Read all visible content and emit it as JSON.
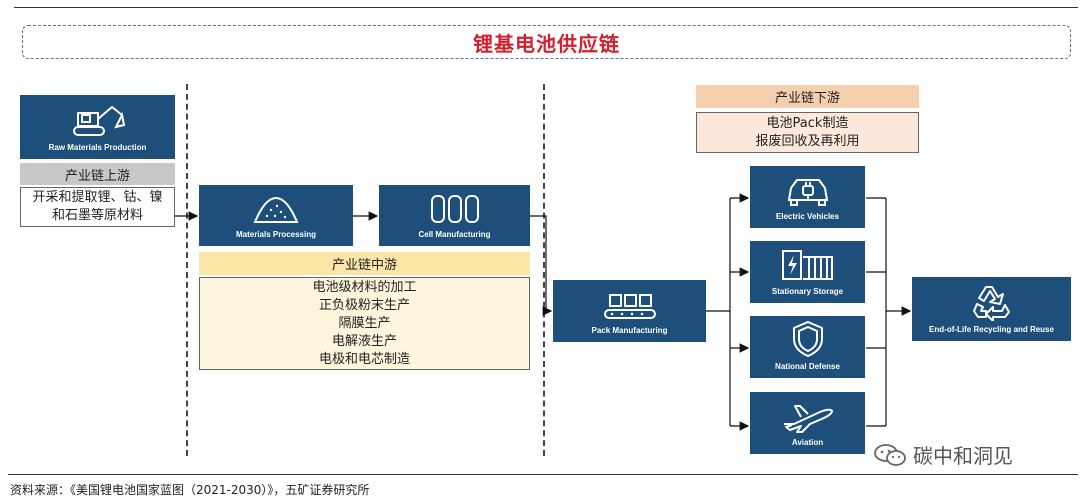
{
  "title": "锂基电池供应链",
  "upstream": {
    "node_label": "Raw Materials Production",
    "stage_label": "产业链上游",
    "desc_lines": [
      "开采和提取锂、钴、镍",
      "和石墨等原材料"
    ]
  },
  "midstream": {
    "node1_label": "Materials Processing",
    "node2_label": "Cell Manufacturing",
    "stage_label": "产业链中游",
    "desc_lines": [
      "电池级材料的加工",
      "正负极粉末生产",
      "隔膜生产",
      "电解液生产",
      "电极和电芯制造"
    ]
  },
  "downstream": {
    "stage_label": "产业链下游",
    "desc_lines": [
      "电池Pack制造",
      "报废回收及再利用"
    ],
    "pack_label": "Pack Manufacturing",
    "apps": [
      "Electric Vehicles",
      "Stationary Storage",
      "National Defense",
      "Aviation"
    ],
    "recycle_label": "End-of-Life Recycling and Reuse"
  },
  "source": "资料来源：《美国锂电池国家蓝图（2021-2030）》，五矿证券研究所",
  "watermark": "碳中和洞见",
  "colors": {
    "node": "#1e4f7a",
    "title": "#d0222e",
    "upstream_label": "#c8c8c8",
    "midstream_label": "#fbe6a8",
    "downstream_label": "#f6cfae"
  }
}
